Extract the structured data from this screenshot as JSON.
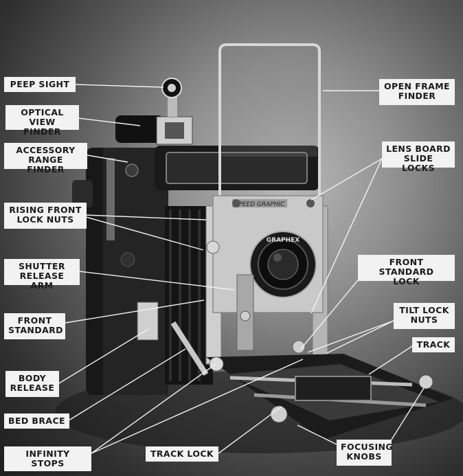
{
  "labels": {
    "peep_sight": "PEEP SIGHT",
    "optical_view_finder": "OPTICAL\nVIEW FINDER",
    "accessory_range_finder": "ACCESSORY\nRANGE FINDER",
    "rising_front_lock_nuts": "RISING FRONT\nLOCK NUTS",
    "shutter_release_arm": "SHUTTER\nRELEASE ARM",
    "front_standard": "FRONT\nSTANDARD",
    "body_release": "BODY\nRELEASE",
    "bed_brace": "BED BRACE",
    "infinity_stops": "INFINITY STOPS",
    "track_lock": "TRACK LOCK",
    "focusing_knobs": "FOCUSING\nKNOBS",
    "track": "TRACK",
    "tilt_lock_nuts": "TILT LOCK\nNUTS",
    "front_standard_lock": "FRONT STANDARD\nLOCK",
    "lens_board_slide_locks": "LENS BOARD\nSLIDE LOCKS",
    "open_frame_finder": "OPEN FRAME\nFINDER"
  },
  "camera": {
    "lens_brand": "GRAPHEX",
    "model_plate": "SPEED GRAPHIC"
  }
}
